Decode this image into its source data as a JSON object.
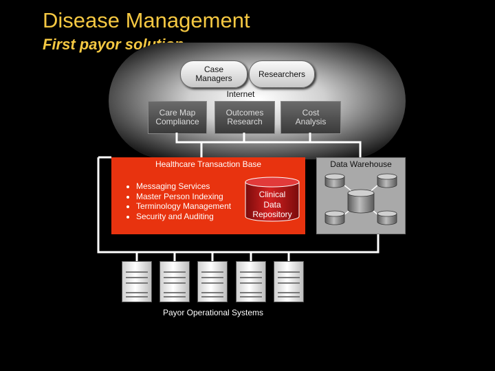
{
  "title": "Disease Management",
  "subtitle": "First payor solution",
  "internet": {
    "label": "Internet",
    "pills": [
      "Case\nManagers",
      "Researchers"
    ]
  },
  "apps": [
    "Care Map\nCompliance",
    "Outcomes\nResearch",
    "Cost\nAnalysis"
  ],
  "hub": {
    "title": "Healthcare Transaction Base",
    "services": [
      "Messaging Services",
      "Master Person Indexing",
      "Terminology Management",
      "Security and Auditing"
    ],
    "repository": "Clinical\nData\nRepository"
  },
  "data_warehouse": {
    "title": "Data Warehouse"
  },
  "payor": {
    "label": "Payor Operational Systems",
    "server_count": 5
  },
  "colors": {
    "title": "#f5c842",
    "hub": "#e8330f",
    "repository": "#c01818",
    "warehouse": "#a9a9a9"
  }
}
